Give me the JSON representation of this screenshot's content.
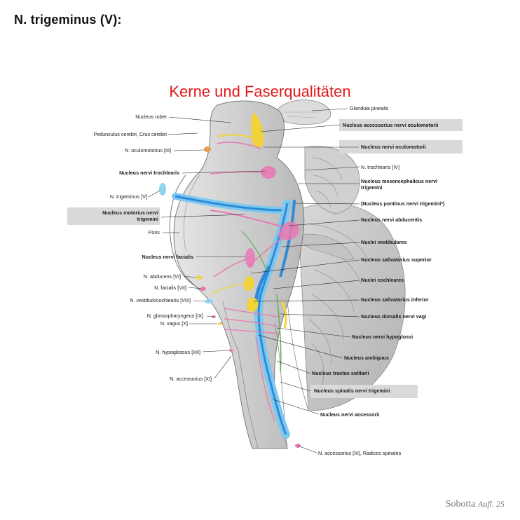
{
  "heading": "N. trigeminus (V):",
  "subtitle": "Kerne und Faserqualitäten",
  "credit": {
    "book": "Sobotta",
    "edition": "Aufl. 25"
  },
  "labels": {
    "nucleus_ruber": "Nucleus ruber",
    "pedunculus": "Pedunculus cerebri, Crus cerebri",
    "n_oculomotorius": "N. oculomotorius [III]",
    "nucleus_trochlearis": "Nucleus nervi trochlearis",
    "n_trigeminus": "N. trigeminus [V]",
    "nucleus_motorius_1": "Nucleus motorius nervi",
    "nucleus_motorius_2": "trigemini",
    "pons": "Pons",
    "nucleus_facialis": "Nucleus nervi facialis",
    "n_abducens": "N. abducens [VI]",
    "n_facialis": "N. facialis [VII]",
    "n_vestibulocochlearis": "N. vestibulocochlearis [VIII]",
    "n_glossopharyngeus": "N. glossopharyngeus [IX]",
    "n_vagus": "N. vagus [X]",
    "n_hypoglossus": "N. hypoglossus [XII]",
    "n_accessorius": "N. accessorius [XI]",
    "glandula_pinealis": "Glandula pinealis",
    "nucleus_accessorius_oculomotorii": "Nucleus accessorius nervi oculomotorii",
    "nucleus_oculomotorii": "Nucleus nervi oculomotorii",
    "n_trochlearis": "N. trochlearis [IV]",
    "nucleus_mesencephalicus_1": "Nucleus mesencephalicus nervi",
    "nucleus_mesencephalicus_2": "trigemini",
    "nucleus_pontinus": "(Nucleus pontinus nervi trigemini*)",
    "nucleus_abducentis": "Nucleus nervi abducentis",
    "nuclei_vestibulares": "Nuclei vestibulares",
    "nucleus_salivatorius_superior": "Nucleus salivatorius superior",
    "nuclei_cochleares": "Nuclei cochleares",
    "nucleus_salivatorius_inferior": "Nucleus salivatorius inferior",
    "nucleus_dorsalis_vagi": "Nucleus dorsalis nervi vagi",
    "nucleus_hypoglossi": "Nucleus nervi hypoglossi",
    "nucleus_ambiguus": "Nucleus ambiguus",
    "nucleus_tractus_solitarii": "Nucleus tractus solitarii",
    "nucleus_spinalis_trigemini": "Nucleus spinalis nervi trigemini",
    "nucleus_accessorii": "Nucleus nervi accessorii",
    "n_accessorius_radices": "N. accessorius [XI], Radices spinales"
  },
  "colors": {
    "title_red": "#e0191b",
    "highlight_grey": "#d9d9d9",
    "nucleus_yellow": "#f2d33a",
    "nucleus_pink": "#e779b4",
    "tract_blue": "#2e8bd8",
    "tract_light_blue": "#7ec8ef",
    "fiber_green": "#5fb157",
    "brainstem_grey": "#c8c8c8"
  }
}
